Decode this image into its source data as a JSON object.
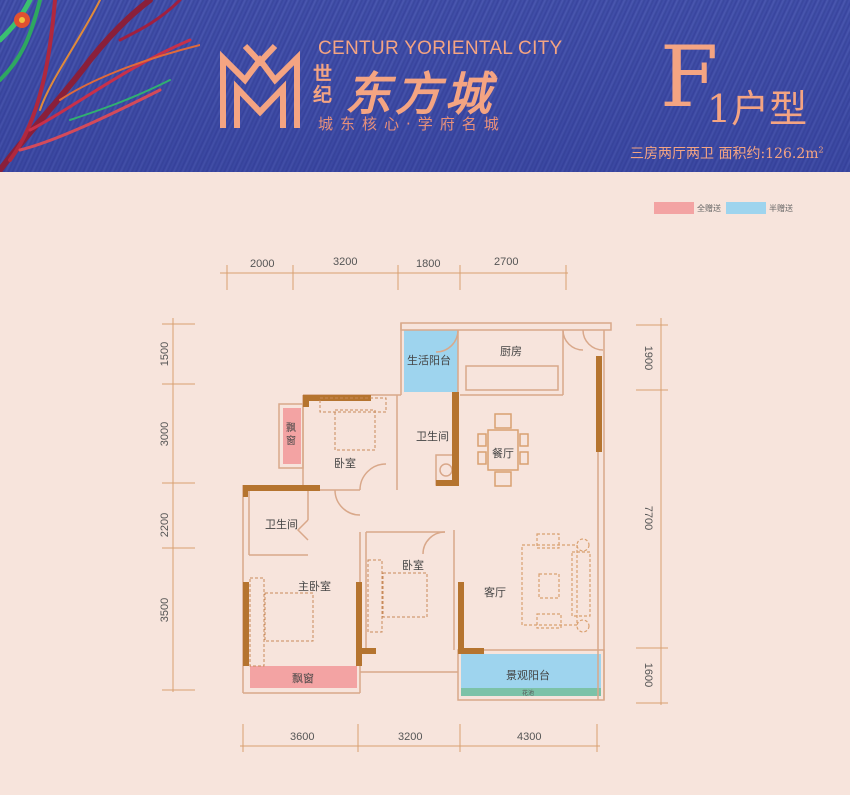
{
  "header": {
    "brand_en": "CENTUR YORIENTAL CITY",
    "brand_small": "世纪",
    "brand_cn": "东方城",
    "slogan": "城东核心·学府名城",
    "type_letter": "F",
    "type_rest": "1户型",
    "type_desc": "三房两厅两卫 面积约:126.2m",
    "type_desc_sup": "2"
  },
  "legend": {
    "items": [
      {
        "label": "全赠送",
        "color": "#f3a3a3"
      },
      {
        "label": "半赠送",
        "color": "#9ed4ee"
      }
    ]
  },
  "dimensions": {
    "top": [
      "2000",
      "3200",
      "1800",
      "2700"
    ],
    "left": [
      "1500",
      "3000",
      "2200",
      "3500"
    ],
    "right": [
      "1900",
      "7700",
      "1600"
    ],
    "bottom": [
      "3600",
      "3200",
      "4300"
    ]
  },
  "rooms": {
    "utility_balcony": "生活阳台",
    "kitchen": "厨房",
    "bedroom_top": "卧室",
    "bay_window_top": "飘窗",
    "bathroom_center": "卫生间",
    "dining": "餐厅",
    "bathroom_left": "卫生间",
    "master_bedroom": "主卧室",
    "bedroom_middle": "卧室",
    "living_room": "客厅",
    "bay_window_bottom": "飘窗",
    "view_balcony": "景观阳台",
    "flower_bed": "花池"
  },
  "colors": {
    "wall": "#b5742f",
    "outline": "#d9a88a",
    "full_gift": "#f3a3a3",
    "half_gift": "#9ed4ee",
    "flower_bed": "#7cc2a8",
    "accent": "#f4a482",
    "background": "#f7e4dc"
  }
}
